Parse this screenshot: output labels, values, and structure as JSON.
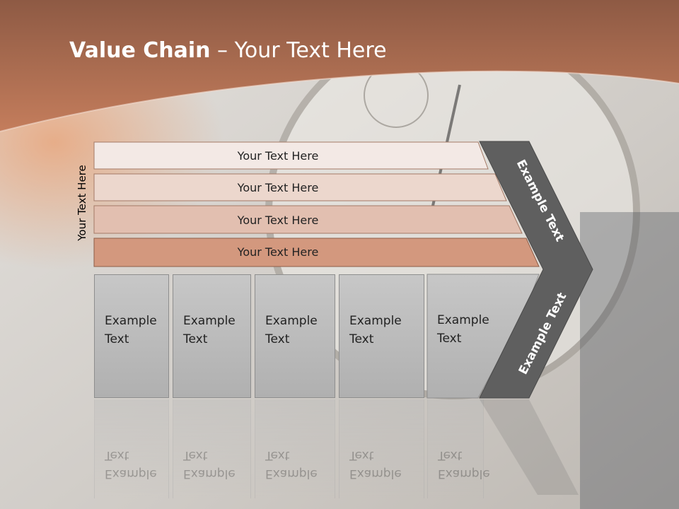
{
  "title": {
    "bold": "Value Chain",
    "rest": " – Your Text Here"
  },
  "side_label": "Your Text Here",
  "bars": [
    {
      "label": "Your Text Here",
      "color": "#f3e9e5"
    },
    {
      "label": "Your Text Here",
      "color": "#ecd7cd"
    },
    {
      "label": "Your Text Here",
      "color": "#e2bfb0"
    },
    {
      "label": "Your Text Here",
      "color": "#d3987e"
    }
  ],
  "columns": [
    {
      "line1": "Example",
      "line2": "Text"
    },
    {
      "line1": "Example",
      "line2": "Text"
    },
    {
      "line1": "Example",
      "line2": "Text"
    },
    {
      "line1": "Example",
      "line2": "Text"
    },
    {
      "line1": "Example",
      "line2": "Text"
    }
  ],
  "chevron": {
    "upper_text": "Example Text",
    "lower_text": "Example Text",
    "color": "#5f5f5f"
  },
  "colors": {
    "header": "#b8714f",
    "accent": "#d3987e"
  }
}
